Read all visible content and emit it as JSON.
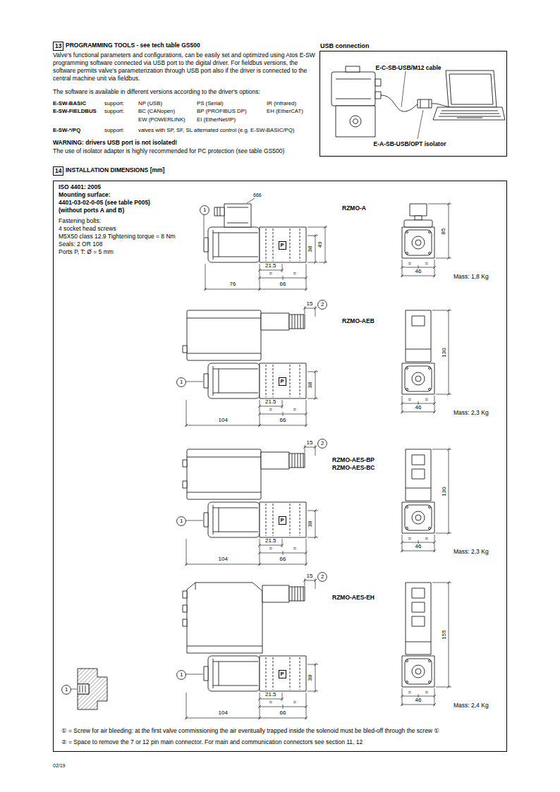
{
  "diagram": {
    "nodes": [
      {
        "text": [
          "13"
        ]
      },
      {
        "text": [
          "USB connection",
          "E-C-SB-USB/M12 cable",
          "E-A-SB-USB/OPT isolator"
        ]
      },
      {
        "text": [
          "14"
        ]
      },
      {
        "text": [
          "ISO 4401: 2005",
          "Mounting surface:",
          "4401-03-02-0-05 (see table P005)",
          "(without ports A and B)",
          "Fastening bolts:",
          "4 socket head screws",
          "M5X50 class 12.9 Tightening torque = 8 Nm",
          "Seals: 2 OR 108",
          "Ports P, T: Ø = 5 mm"
        ]
      },
      {
        "text": [
          "1"
        ],
        "in": 3
      },
      {
        "text": [
          "P"
        ],
        "in": 3
      },
      {
        "text": [
          "2"
        ],
        "in": 3
      },
      {
        "text": [
          "1"
        ],
        "in": 3
      },
      {
        "text": [
          "P"
        ],
        "in": 3
      },
      {
        "text": [
          "2"
        ],
        "in": 3
      },
      {
        "text": [
          "1"
        ],
        "in": 3
      },
      {
        "text": [
          "P"
        ],
        "in": 3
      },
      {
        "text": [
          "2"
        ],
        "in": 3
      },
      {
        "text": [
          "1"
        ],
        "in": 3
      },
      {
        "text": [
          "P"
        ],
        "in": 3
      },
      {
        "text": [
          "1"
        ],
        "in": 3
      }
    ],
    "labels": [
      "PROGRAMMING TOOLS - see tech table GS500",
      "Valve's functional parameters and configurations, can be easily set and optimized using Atos E-SW programming software connected via USB port to the digital driver. For fieldbus versions, the software permits valve's parameterization through USB port also if the driver is connected to the central machine unit via fieldbus.",
      "The software is available in different versions according to the driver's options:",
      "E-SW-BASIC",
      "support:",
      "NP (USB)",
      "PS (Serial)",
      "IR (Infrared)",
      "E-SW-FIELDBUS",
      "support:",
      "BC (CANopen)",
      "BP (PROFIBUS DP)",
      "EH (EtherCAT)",
      "EW (POWERLINK)",
      "EI (EtherNet/IP)",
      "E-SW-*/PQ",
      "support:",
      "valves with SP, SF, SL alternated control (e.g. E-SW-BASIC/PQ)",
      "WARNING: drivers USB port is not isolated!",
      "The use of isolator adapter is highly recommended for PC protection (see table GS500)",
      "INSTALLATION DIMENSIONS [mm]",
      "666",
      "RZMO-A",
      "38",
      "49",
      "21.5",
      "=",
      "=",
      "76",
      "66",
      "85",
      "=",
      "=",
      "46",
      "Mass: 1,8 Kg",
      "15",
      "RZMO-AEB",
      "38",
      "21.5",
      "=",
      "=",
      "104",
      "66",
      "130",
      "=",
      "=",
      "46",
      "Mass: 2,3 Kg",
      "15",
      "RZMO-AES-BP",
      "RZMO-AES-BC",
      "38",
      "21.5",
      "=",
      "=",
      "104",
      "66",
      "130",
      "=",
      "=",
      "46",
      "Mass: 2,3 Kg",
      "15",
      "RZMO-AES-EH",
      "38",
      "21.5",
      "=",
      "=",
      "104",
      "66",
      "155",
      "=",
      "=",
      "46",
      "Mass: 2,4 Kg",
      "① = Screw for air bleeding: at the first valve commissioning the air eventually trapped inside the solenoid must be bled-off through the screw ①",
      "② = Space to remove the 7 or 12 pin main connector. For main and communication connectors see section 11, 12",
      "02/19"
    ]
  }
}
